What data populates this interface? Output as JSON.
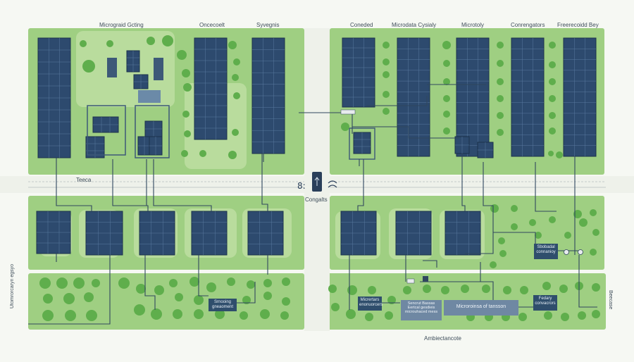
{
  "top_labels": {
    "microgrid": "Micrograid Gcting",
    "oncecolt": "Oncecoelt",
    "syvegnis": "Syvegnis",
    "coneded": "Coneded",
    "microdata": "Microdata Cysialy",
    "microtoly": "Microtoly",
    "convergators": "Conrengators",
    "freerecold": "Freerecoidd Bey"
  },
  "mid_labels": {
    "teeca": "Teeca",
    "congalts": "Congalts",
    "ambie": "Ambiectancote"
  },
  "side_labels": {
    "left": "Utomrorcaryn egsyo",
    "right": "Beecase"
  },
  "boxes": {
    "left_mid": "Srnooing\ngneaoment",
    "right_a": "Sbobadal\nconnanioy",
    "right_b": "Fedary\nconvacrors",
    "right_c": "Micrertars\nenonuorcers",
    "center_a": "Sencrut Bassas\nEertcal gesdieis\nmicrouhaced mess",
    "center_b": "Microroinsa of tansson"
  },
  "icons": {
    "hub": "inverter-hub-icon",
    "arrows": "sync-arrows-icon"
  },
  "colors": {
    "grass": "#9fcf82",
    "grass_light": "#b9dc9d",
    "panel": "#2d4a6e",
    "panel_grid": "#5a7aa0",
    "tree": "#5fae4c",
    "wire": "#30475f",
    "road": "#eef1ea"
  }
}
